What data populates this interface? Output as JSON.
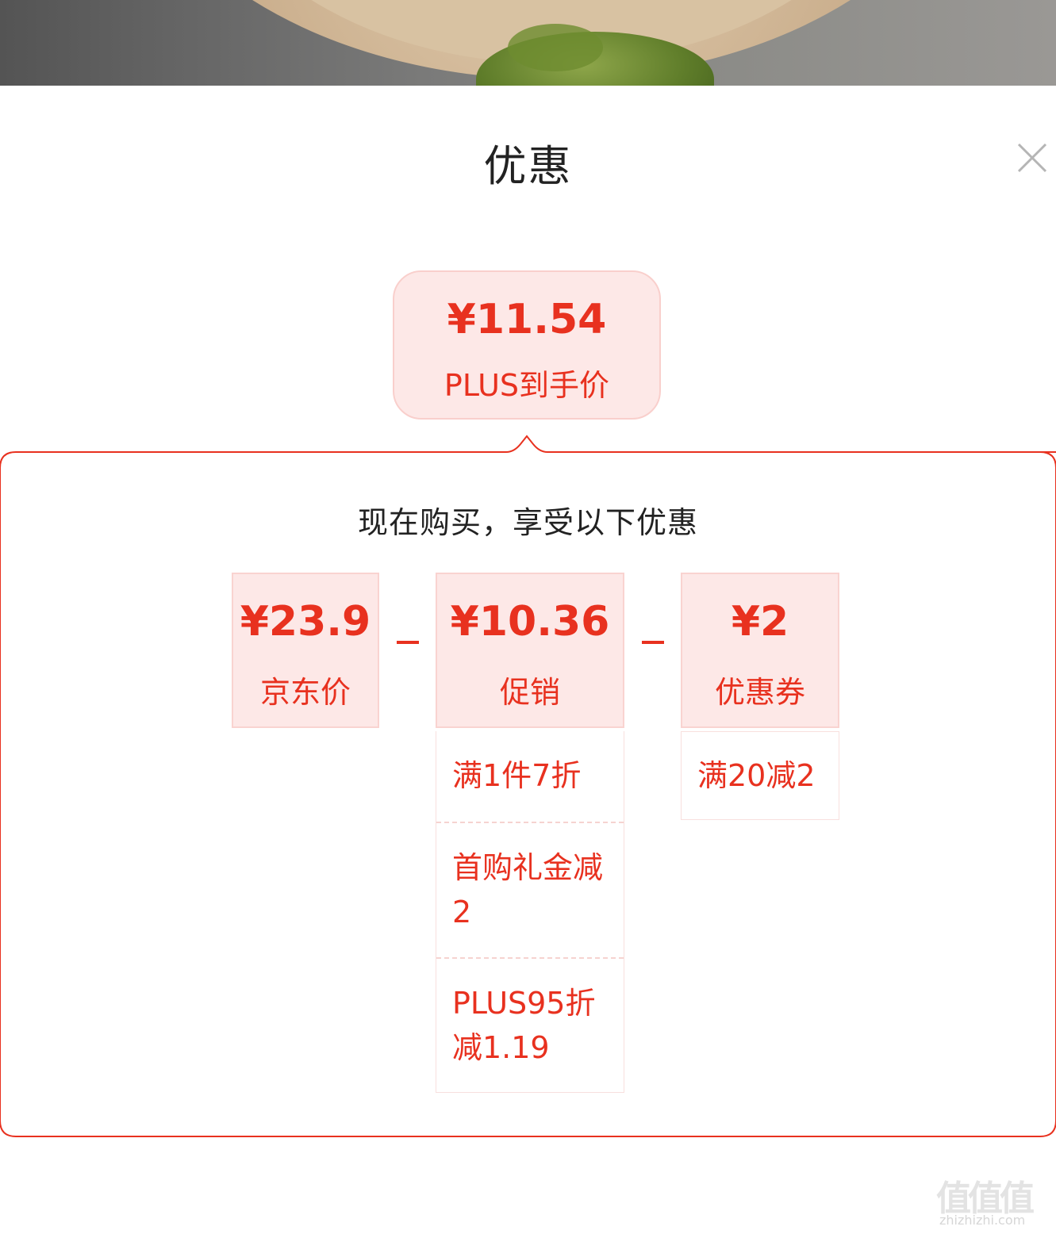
{
  "header": {
    "title": "优惠"
  },
  "final_price": {
    "value": "¥11.54",
    "label": "PLUS到手价"
  },
  "breakdown": {
    "heading": "现在购买，享受以下优惠",
    "cards": [
      {
        "value": "¥23.9",
        "label": "京东价"
      },
      {
        "value": "¥10.36",
        "label": "促销"
      },
      {
        "value": "¥2",
        "label": "优惠券"
      }
    ],
    "operators": [
      "-",
      "-"
    ],
    "promotions": [
      "满1件7折",
      "首购礼金减2",
      "PLUS95折减1.19"
    ],
    "coupons": [
      "满20减2"
    ]
  },
  "icons": {
    "close": "close-icon"
  },
  "colors": {
    "accent": "#e8311f",
    "card_bg": "#fde8e7",
    "border": "#e8311f"
  },
  "watermark": {
    "glyphs": "值值值",
    "url": "zhizhizhi.com"
  }
}
